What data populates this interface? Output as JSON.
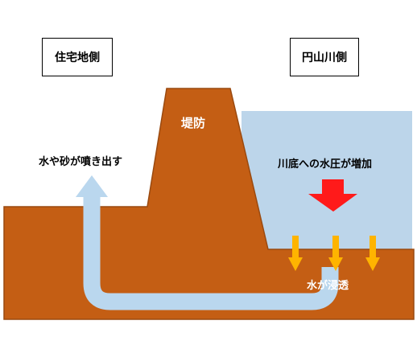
{
  "labels": {
    "residential_side": "住宅地側",
    "river_side": "円山川側",
    "levee": "堤防",
    "sand_boil": "水や砂が噴き出す",
    "water_pressure": "川底への水圧が増加",
    "seepage": "水が浸透"
  },
  "colors": {
    "ground": "#c45e14",
    "ground_outline": "#9a4a10",
    "river_water": "#bcd5ea",
    "seepage_flow": "#bad7ee",
    "pressure_arrow": "#ff1a1a",
    "seepage_arrows": "#ffb400",
    "text_light": "#ffffff",
    "text_dark": "#000000"
  },
  "icons": {
    "pressure": "down-arrow-red",
    "seepage": "down-arrow-orange",
    "flow": "u-shaped-up-arrow"
  }
}
